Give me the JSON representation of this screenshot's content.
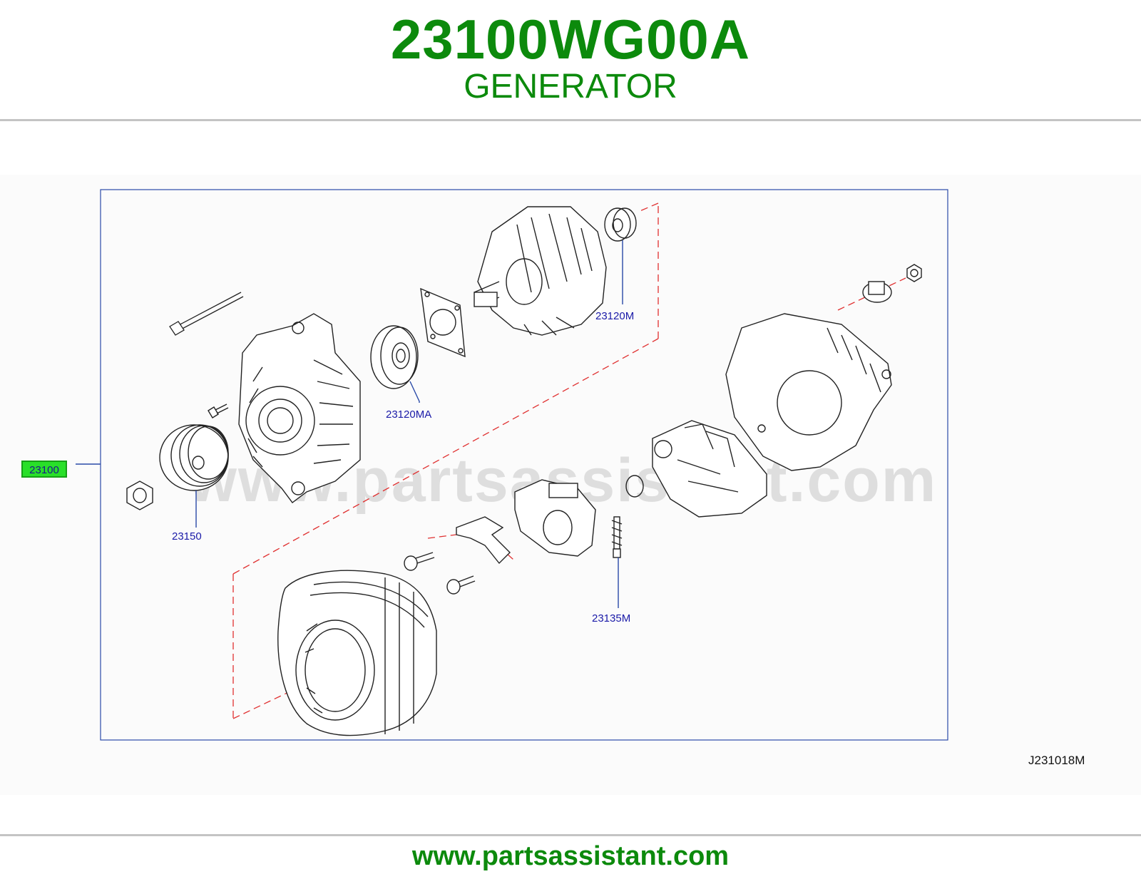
{
  "header": {
    "part_number": "23100WG00A",
    "part_name": "GENERATOR"
  },
  "diagram": {
    "figure_code": "J231018M",
    "watermark": "www.partsassistant.com",
    "callouts": {
      "main": "23100",
      "pulley": "23150",
      "front_bearing": "23120MA",
      "rear_bearing": "23120M",
      "brush": "23135M"
    },
    "colors": {
      "highlight": "#29e029",
      "callout_text": "#1a1aa8",
      "dashed_line": "#e03030",
      "frame": "#2a4aa8"
    }
  },
  "footer": {
    "url": "www.partsassistant.com"
  }
}
